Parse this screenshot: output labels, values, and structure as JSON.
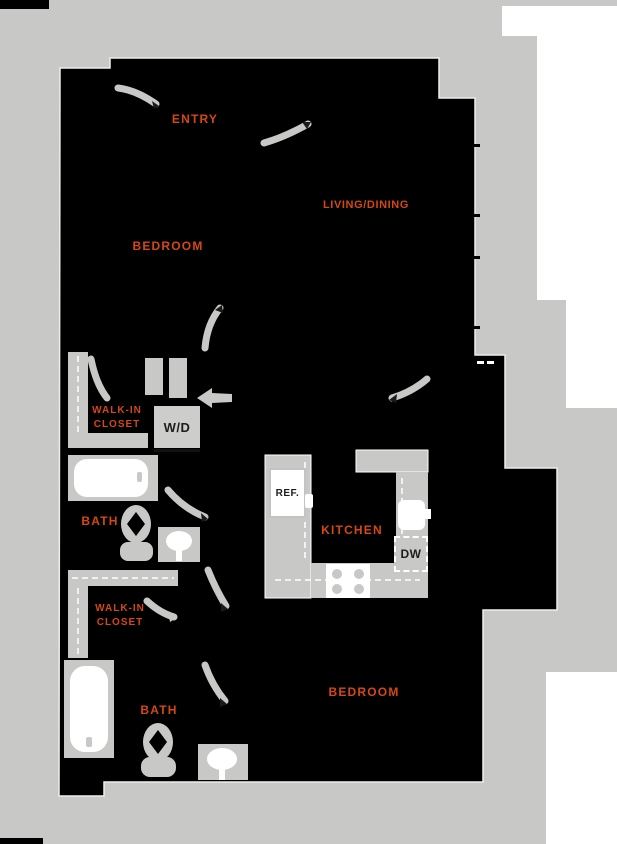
{
  "plan": {
    "type": "apartment-floor-plan",
    "labels": {
      "entry": "ENTRY",
      "bedroom_1": "BEDROOM",
      "living_dining": "LIVING/DINING",
      "walk_in_closet_1_line1": "WALK-IN",
      "walk_in_closet_1_line2": "CLOSET",
      "bath_1": "BATH",
      "kitchen": "KITCHEN",
      "walk_in_closet_2_line1": "WALK-IN",
      "walk_in_closet_2_line2": "CLOSET",
      "bath_2": "BATH",
      "bedroom_2": "BEDROOM"
    },
    "appliances": {
      "washer_dryer": "W/D",
      "refrigerator": "REF.",
      "dishwasher": "DW"
    },
    "colors": {
      "background_gray": "#c8c8c6",
      "floor_black": "#000000",
      "label_orange": "#d54715",
      "fixture_white": "#ffffff",
      "appliance_text": "#1d1d1b"
    }
  }
}
